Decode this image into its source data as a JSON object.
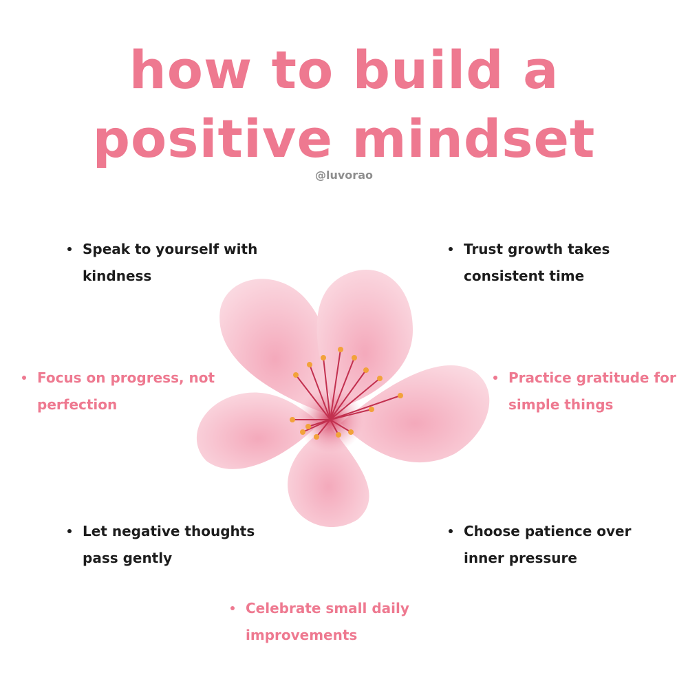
{
  "title": {
    "line1": "how to build a",
    "line2": "positive mindset"
  },
  "handle": "@luvorao",
  "tips": [
    {
      "text": "Speak to yourself with kindness",
      "style": "dark"
    },
    {
      "text": "Trust growth takes consistent time",
      "style": "dark"
    },
    {
      "text": "Focus on progress, not perfection",
      "style": "pink"
    },
    {
      "text": "Practice gratitude for simple things",
      "style": "pink"
    },
    {
      "text": "Let negative thoughts pass gently",
      "style": "dark"
    },
    {
      "text": "Choose patience over inner pressure",
      "style": "dark"
    },
    {
      "text": "Celebrate small daily improvements",
      "style": "pink"
    }
  ],
  "colors": {
    "accent": "#ee7990",
    "text_dark": "#1c1c1c",
    "handle": "#8e8e8e",
    "petal": "#f8c9d4",
    "stamen": "#c2304f",
    "anther": "#f2a23a"
  },
  "illustration": "cherry-blossom-flower"
}
